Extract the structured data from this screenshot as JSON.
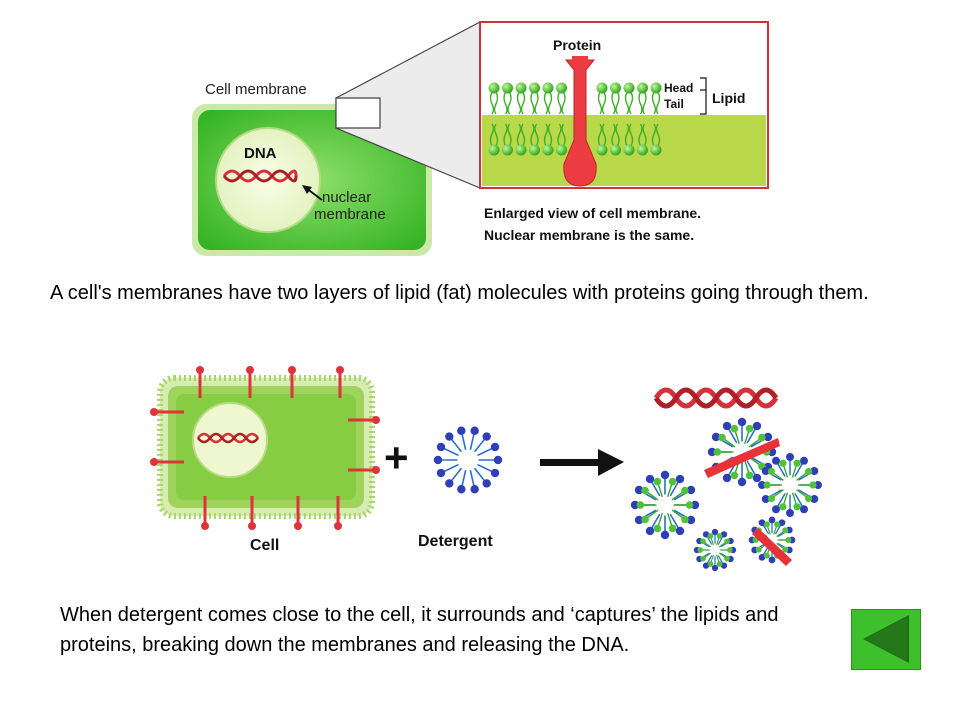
{
  "top_figure": {
    "cell_membrane_label": "Cell membrane",
    "dna_label": "DNA",
    "nuclear_membrane_label_line1": "nuclear",
    "nuclear_membrane_label_line2": "membrane",
    "protein_label": "Protein",
    "head_label": "Head",
    "tail_label": "Tail",
    "lipid_label": "Lipid",
    "caption_line1": "Enlarged view of cell membrane.",
    "caption_line2": "Nuclear membrane is the same."
  },
  "paragraph_1": "A cell's membranes have two layers of lipid (fat) molecules with proteins going through them.",
  "bottom_figure": {
    "plus_sign": "+",
    "cell_label": "Cell",
    "detergent_label": "Detergent"
  },
  "paragraph_2": "When detergent comes close to the cell, it surrounds and ‘captures’ the lipids and proteins, breaking down the membranes and releasing the DNA.",
  "colors": {
    "cell_green": "#4ec12c",
    "membrane_green": "#9ad05a",
    "lipid_green": "#53c22c",
    "protein_red": "#e8323a",
    "dna_red": "#d5313a",
    "detergent_blue": "#2f3fb8",
    "button_green": "#3ec02c"
  },
  "icons": {
    "back_button": "triangle-left-icon"
  }
}
